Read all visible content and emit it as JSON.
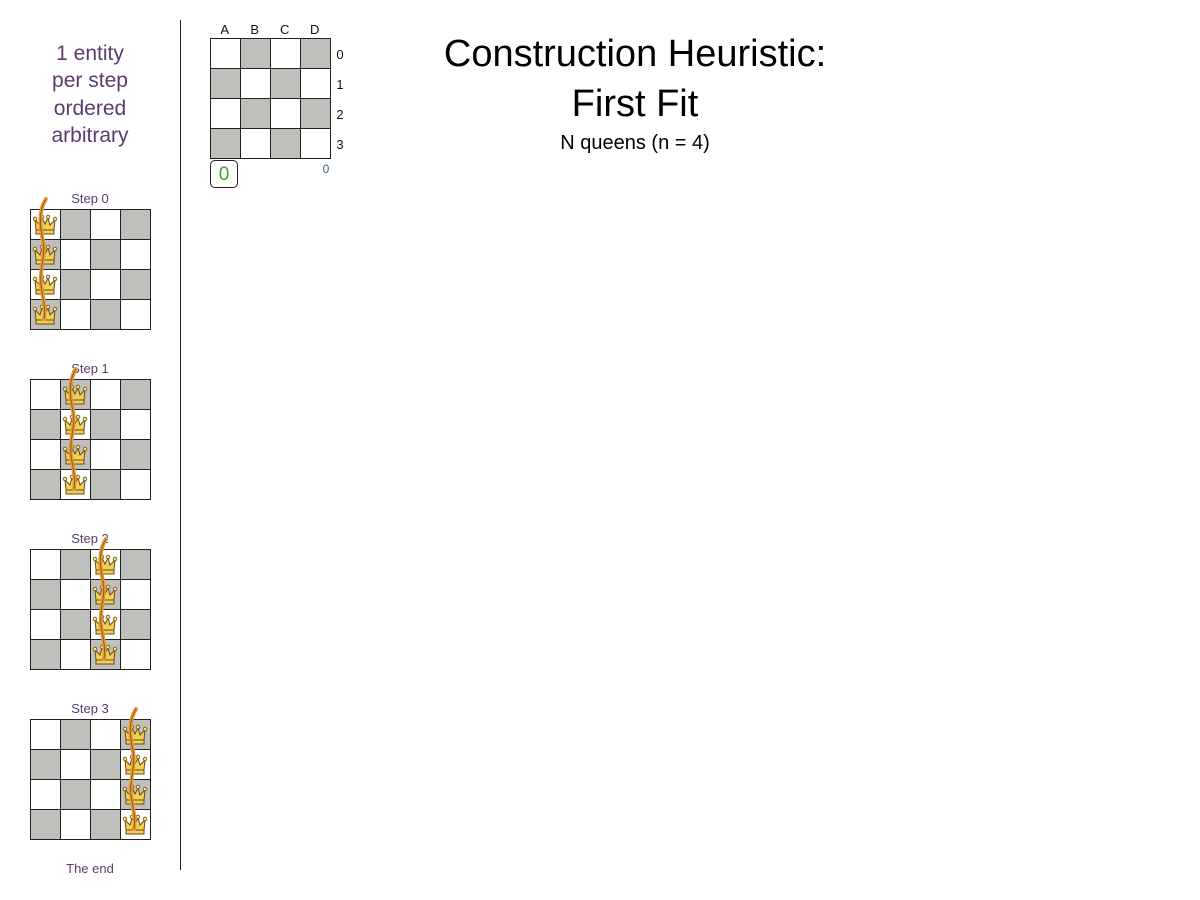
{
  "sidebar": {
    "heading_lines": [
      "1 entity",
      "per step",
      "ordered",
      "arbitrary"
    ]
  },
  "title_line1": "Construction Heuristic:",
  "title_line2": "First Fit",
  "subtitle": "N queens (n = 4)",
  "board": {
    "n": 4,
    "column_labels": [
      "A",
      "B",
      "C",
      "D"
    ],
    "row_labels": [
      "0",
      "1",
      "2",
      "3"
    ],
    "score": "0",
    "step_counter": "0"
  },
  "steps": [
    {
      "label": "Step 0",
      "column": 0
    },
    {
      "label": "Step 1",
      "column": 1
    },
    {
      "label": "Step 2",
      "column": 2
    },
    {
      "label": "Step 3",
      "column": 3
    }
  ],
  "end_label": "The end",
  "colors": {
    "dark_square": "#bfc0bb",
    "light_square": "#ffffff",
    "sidebar_text": "#5b3b6e",
    "score_text": "#4aa02c",
    "ribbon": "#e39b3a",
    "queen_fill": "#f2cf58"
  },
  "icons": {
    "queen": "crown-icon",
    "move": "move-ribbon-icon"
  }
}
